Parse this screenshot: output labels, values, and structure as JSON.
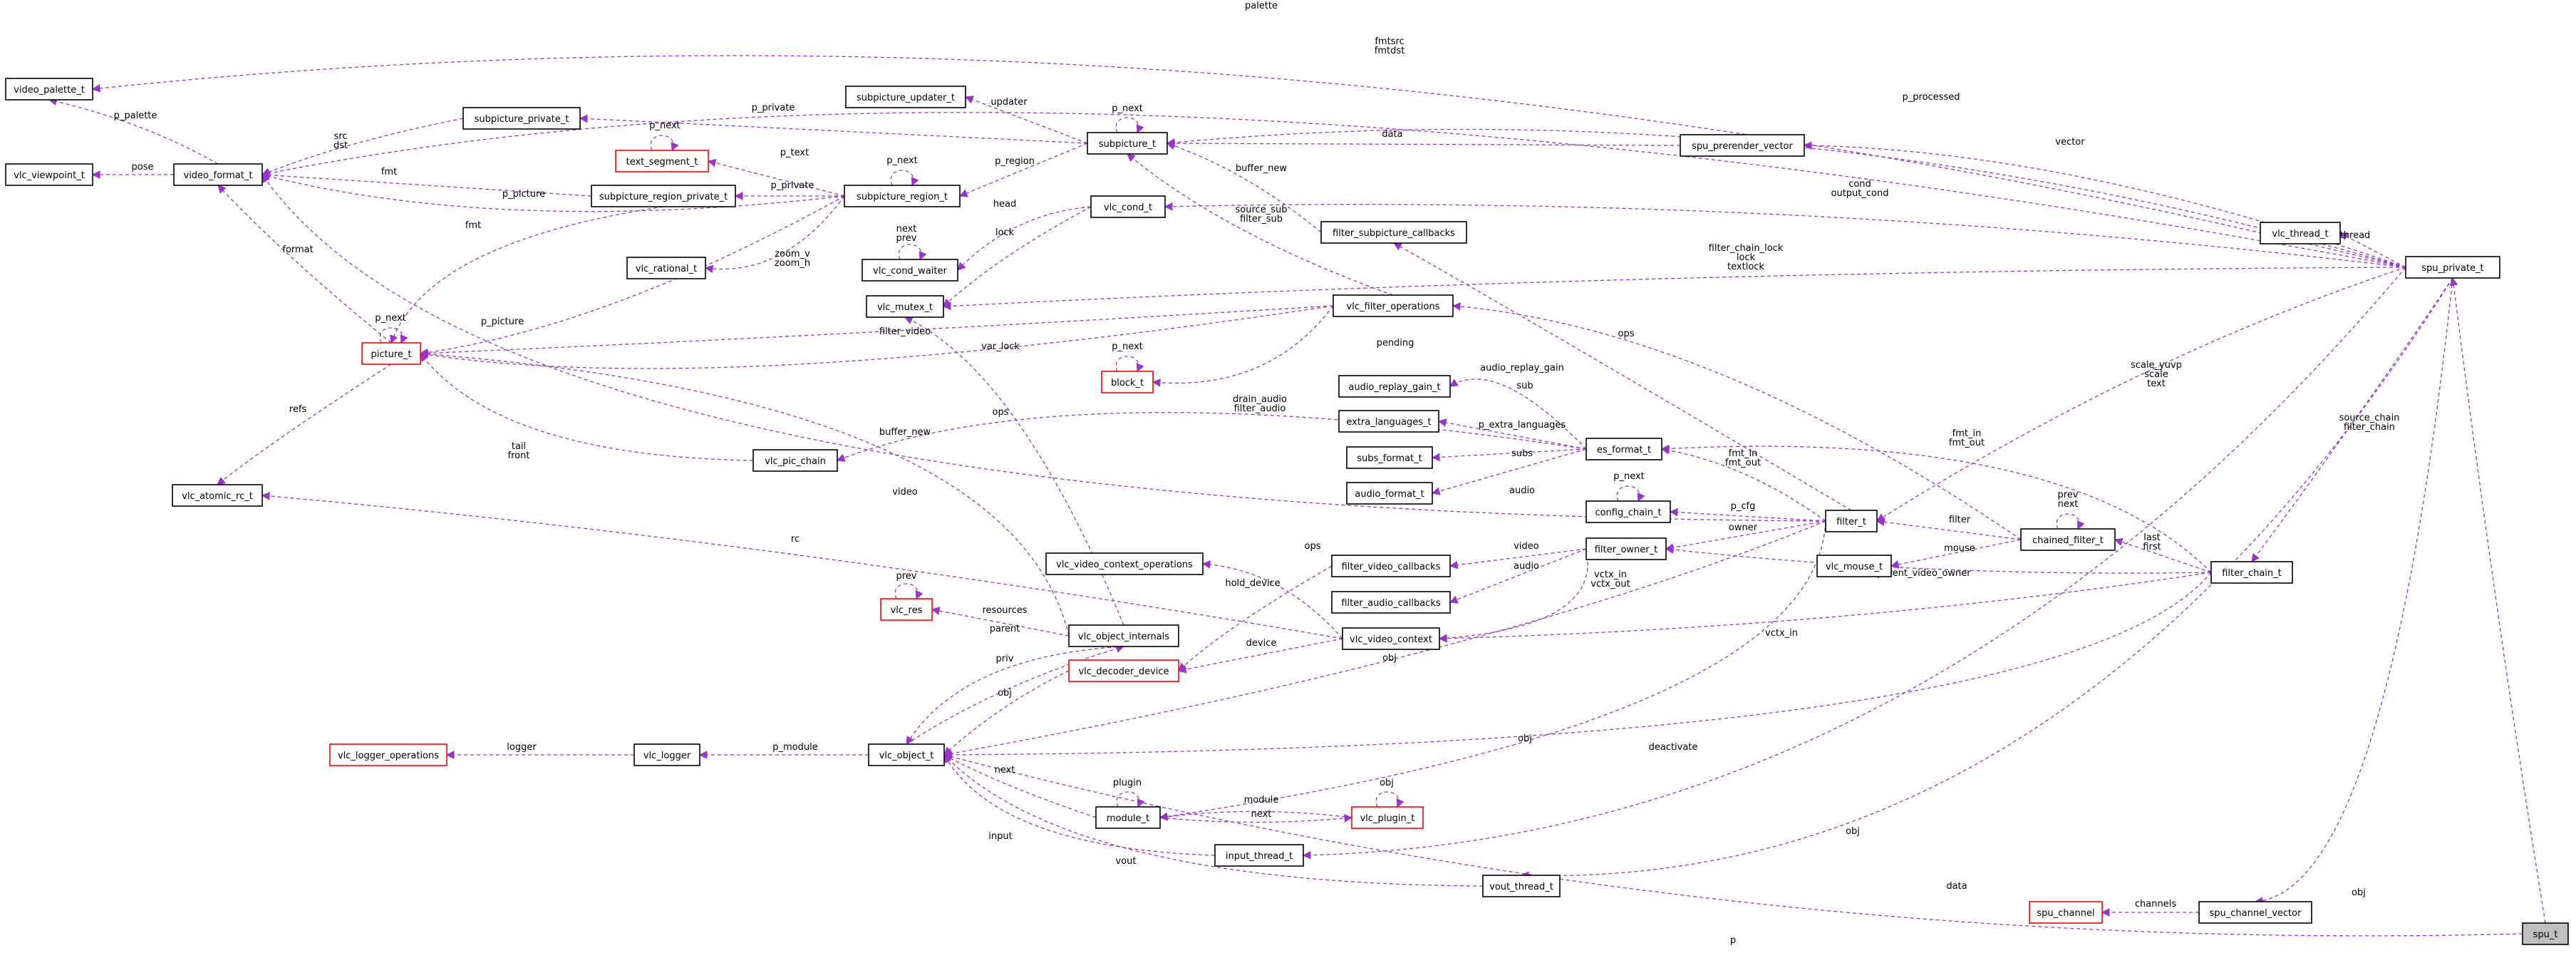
{
  "diagram": {
    "nodes": [
      {
        "id": "video_palette_t",
        "label": "video_palette_t"
      },
      {
        "id": "vlc_viewpoint_t",
        "label": "vlc_viewpoint_t"
      },
      {
        "id": "video_format_t",
        "label": "video_format_t"
      },
      {
        "id": "vlc_atomic_rc_t",
        "label": "vlc_atomic_rc_t"
      },
      {
        "id": "picture_t",
        "label": "picture_t",
        "red": true
      },
      {
        "id": "subpicture_private_t",
        "label": "subpicture_private_t"
      },
      {
        "id": "text_segment_t",
        "label": "text_segment_t",
        "red": true
      },
      {
        "id": "subpicture_region_private_t",
        "label": "subpicture_region_private_t"
      },
      {
        "id": "subpicture_updater_t",
        "label": "subpicture_updater_t"
      },
      {
        "id": "subpicture_t",
        "label": "subpicture_t"
      },
      {
        "id": "subpicture_region_t",
        "label": "subpicture_region_t"
      },
      {
        "id": "vlc_rational_t",
        "label": "vlc_rational_t"
      },
      {
        "id": "vlc_cond_t",
        "label": "vlc_cond_t"
      },
      {
        "id": "vlc_cond_waiter",
        "label": "vlc_cond_waiter"
      },
      {
        "id": "vlc_mutex_t",
        "label": "vlc_mutex_t"
      },
      {
        "id": "block_t",
        "label": "block_t",
        "red": true
      },
      {
        "id": "vlc_pic_chain",
        "label": "vlc_pic_chain"
      },
      {
        "id": "vlc_video_context_operations",
        "label": "vlc_video_context_operations"
      },
      {
        "id": "vlc_res",
        "label": "vlc_res",
        "red": true
      },
      {
        "id": "vlc_object_internals",
        "label": "vlc_object_internals"
      },
      {
        "id": "vlc_decoder_device",
        "label": "vlc_decoder_device",
        "red": true
      },
      {
        "id": "vlc_logger_operations",
        "label": "vlc_logger_operations",
        "red": true
      },
      {
        "id": "vlc_logger",
        "label": "vlc_logger"
      },
      {
        "id": "vlc_object_t",
        "label": "vlc_object_t"
      },
      {
        "id": "module_t",
        "label": "module_t"
      },
      {
        "id": "vlc_plugin_t",
        "label": "vlc_plugin_t",
        "red": true
      },
      {
        "id": "input_thread_t",
        "label": "input_thread_t"
      },
      {
        "id": "vout_thread_t",
        "label": "vout_thread_t"
      },
      {
        "id": "spu_channel",
        "label": "spu_channel",
        "red": true
      },
      {
        "id": "spu_channel_vector",
        "label": "spu_channel_vector"
      },
      {
        "id": "spu_t",
        "label": "spu_t",
        "gray": true
      },
      {
        "id": "spu_prerender_vector",
        "label": "spu_prerender_vector"
      },
      {
        "id": "filter_subpicture_callbacks",
        "label": "filter_subpicture_callbacks"
      },
      {
        "id": "vlc_filter_operations",
        "label": "vlc_filter_operations"
      },
      {
        "id": "audio_replay_gain_t",
        "label": "audio_replay_gain_t"
      },
      {
        "id": "extra_languages_t",
        "label": "extra_languages_t"
      },
      {
        "id": "subs_format_t",
        "label": "subs_format_t"
      },
      {
        "id": "audio_format_t",
        "label": "audio_format_t"
      },
      {
        "id": "es_format_t",
        "label": "es_format_t"
      },
      {
        "id": "config_chain_t",
        "label": "config_chain_t"
      },
      {
        "id": "filter_owner_t",
        "label": "filter_owner_t"
      },
      {
        "id": "filter_video_callbacks",
        "label": "filter_video_callbacks"
      },
      {
        "id": "filter_audio_callbacks",
        "label": "filter_audio_callbacks"
      },
      {
        "id": "vlc_video_context",
        "label": "vlc_video_context"
      },
      {
        "id": "filter_t",
        "label": "filter_t"
      },
      {
        "id": "vlc_mouse_t",
        "label": "vlc_mouse_t"
      },
      {
        "id": "chained_filter_t",
        "label": "chained_filter_t"
      },
      {
        "id": "filter_chain_t",
        "label": "filter_chain_t"
      },
      {
        "id": "vlc_thread_t",
        "label": "vlc_thread_t"
      },
      {
        "id": "spu_private_t",
        "label": "spu_private_t"
      }
    ],
    "edge_labels": [
      "palette",
      "fmtsrc",
      "fmtdst",
      "p_palette",
      "pose",
      "src",
      "dst",
      "fmt",
      "fmt",
      "p_private",
      "p_next",
      "p_text",
      "p_private",
      "p_region",
      "p_next",
      "updater",
      "p_next",
      "p_processed",
      "data",
      "vector",
      "buffer_new",
      "source_sub",
      "filter_sub",
      "head",
      "lock",
      "next",
      "prev",
      "zoom_v",
      "zoom_h",
      "p_picture",
      "p_picture",
      "format",
      "p_next",
      "refs",
      "filter_video",
      "drain_audio",
      "filter_audio",
      "p_next",
      "pending",
      "audio_replay_gain",
      "tail",
      "front",
      "buffer_new",
      "p_extra_languages",
      "subs",
      "audio",
      "sub",
      "video",
      "var_lock",
      "cond",
      "output_cond",
      "thread",
      "filter_chain_lock",
      "lock",
      "textlock",
      "scale_yuvp",
      "scale",
      "text",
      "ops",
      "fmt_in",
      "fmt_out",
      "fmt_in",
      "fmt_out",
      "p_cfg",
      "p_next",
      "owner",
      "rc",
      "ops",
      "video",
      "audio",
      "hold_device",
      "vctx_in",
      "vctx_out",
      "filter",
      "prev",
      "next",
      "mouse",
      "parent_video_owner",
      "last",
      "first",
      "source_chain",
      "filter_chain",
      "prev",
      "resources",
      "parent",
      "priv",
      "device",
      "obj",
      "obj",
      "vctx_in",
      "ops",
      "logger",
      "p_module",
      "obj",
      "deactivate",
      "next",
      "plugin",
      "module",
      "next",
      "obj",
      "input",
      "obj",
      "vout",
      "data",
      "channels",
      "obj",
      "p"
    ]
  }
}
